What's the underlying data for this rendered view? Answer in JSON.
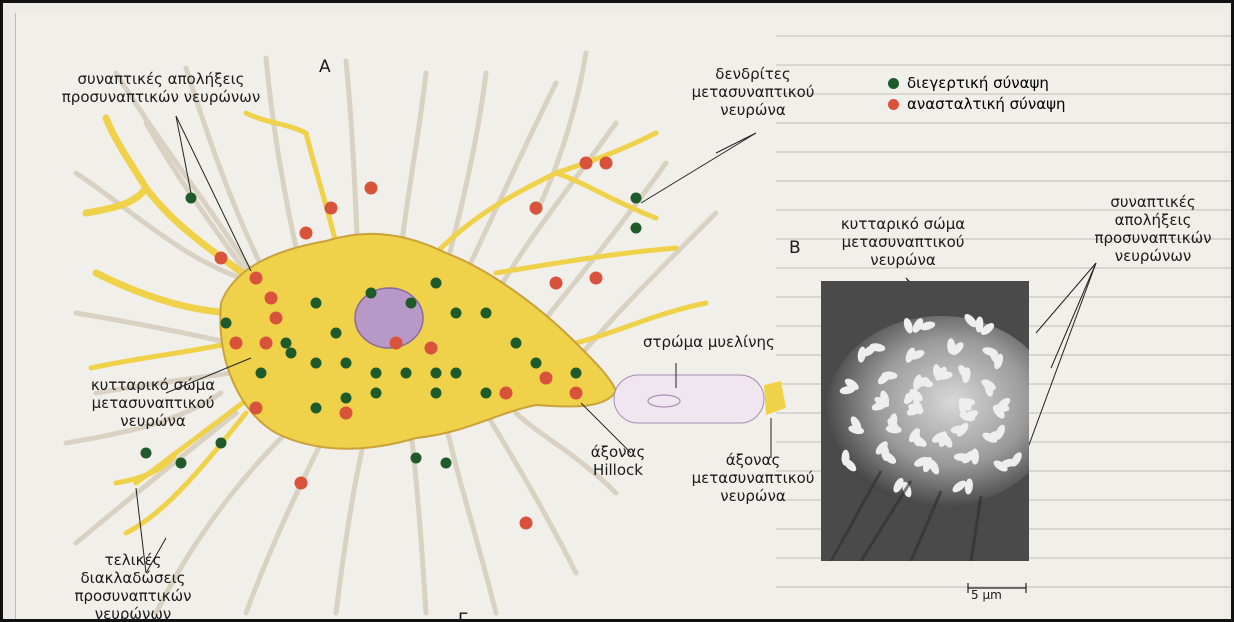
{
  "panels": {
    "a_label": "A",
    "b_label": "B",
    "c_label": "Γ"
  },
  "legend": [
    {
      "label": "διεγερτική σύναψη",
      "color": "#1e5a2a"
    },
    {
      "label": "ανασταλτική σύναψη",
      "color": "#d9533c"
    }
  ],
  "labels_a": {
    "presyn_terminals_1": "συναπτικές απολήξεις",
    "presyn_terminals_2": "προσυναπτικών νευρώνων",
    "dendrites_1": "δενδρίτες",
    "dendrites_2": "μετασυναπτικού",
    "dendrites_3": "νευρώνα",
    "cell_body_1": "κυτταρικό σώμα",
    "cell_body_2": "μετασυναπτικού",
    "cell_body_3": "νευρώνα",
    "terminal_branches_1": "τελικές",
    "terminal_branches_2": "διακλαδώσεις",
    "terminal_branches_3": "προσυναπτικών",
    "terminal_branches_4": "νευρώνων",
    "myelin": "στρώμα μυελίνης",
    "hillock_1": "άξονας",
    "hillock_2": "Hillock",
    "axon_1": "άξονας",
    "axon_2": "μετασυναπτικού",
    "axon_3": "νευρώνα"
  },
  "labels_b": {
    "cell_body_1": "κυτταρικό σώμα",
    "cell_body_2": "μετασυναπτικού",
    "cell_body_3": "νευρώνα",
    "terminals_1": "συναπτικές",
    "terminals_2": "απολήξεις",
    "terminals_3": "προσυναπτικών",
    "terminals_4": "νευρώνων",
    "scale": "5 μm"
  },
  "colors": {
    "cell": "#f0d24a",
    "cell_edge": "#c9a23a",
    "fiber": "#d9d2c3",
    "nucleus": "#b898c6",
    "myelin": "#efe6f0",
    "excitatory": "#1e5a2a",
    "inhibitory": "#d9533c"
  }
}
